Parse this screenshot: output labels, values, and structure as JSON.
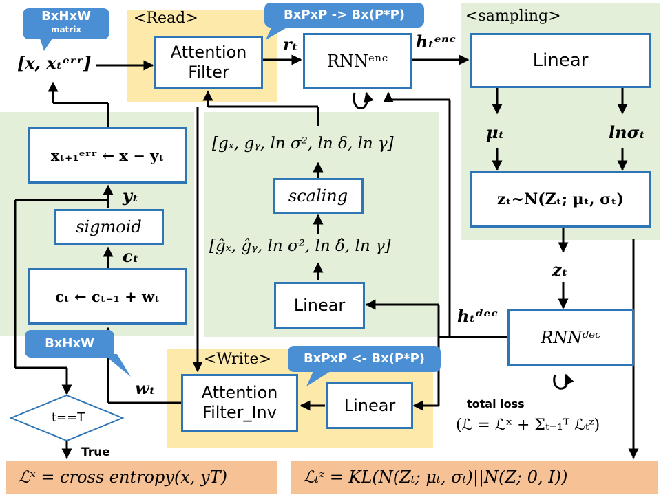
{
  "regions": {
    "read_label": "<Read>",
    "write_label": "<Write>",
    "sampling_label": "<sampling>"
  },
  "callouts": {
    "input_shape_main": "BxHxW",
    "input_shape_sub": "matrix",
    "read_shape": "BxPxP -> Bx(P*P)",
    "write_shape": "BxPxP <- Bx(P*P)",
    "w_shape": "BxHxW"
  },
  "nodes": {
    "input_vector": "[x, xₜᵉʳʳ]",
    "attention_filter": "Attention\nFilter",
    "r_t": "rₜ",
    "rnn_enc": "RNNᵉⁿᶜ",
    "h_enc": "hₜᵉⁿᶜ",
    "sampling_linear": "Linear",
    "mu_t": "μₜ",
    "ln_sigma_t": "lnσₜ",
    "z_sample": "zₜ~N(Zₜ; μₜ, σₜ)",
    "z_t": "zₜ",
    "rnn_dec": "RNNᵈᵉᶜ",
    "h_dec": "hₜᵈᵉᶜ",
    "params_scaled": "[gₓ, gᵧ, ln σ², ln δ, ln γ]",
    "scaling": "scaling",
    "params_raw": "[ĝₓ, ĝᵧ, ln σ², ln δ̂, ln γ]",
    "attn_linear": "Linear",
    "write_linear": "Linear",
    "attention_filter_inv": "Attention\nFilter_Inv",
    "w_t": "wₜ",
    "err_update": "xₜ₊₁ᵉʳʳ ← x − yₜ",
    "y_t": "yₜ",
    "sigmoid": "sigmoid",
    "c_t": "cₜ",
    "c_update": "cₜ ← cₜ₋₁ + wₜ",
    "decision": "t==T",
    "decision_true": "True",
    "total_loss_label": "total loss",
    "total_loss_formula": "(ℒ = ℒˣ + Σₜ₌₁ᵀ ℒₜᶻ)",
    "loss_x": "ℒˣ = cross entropy(x, yT)",
    "loss_z": "ℒₜᶻ = KL(N(Zₜ; μₜ, σₜ)||N(Z; 0, I))"
  }
}
